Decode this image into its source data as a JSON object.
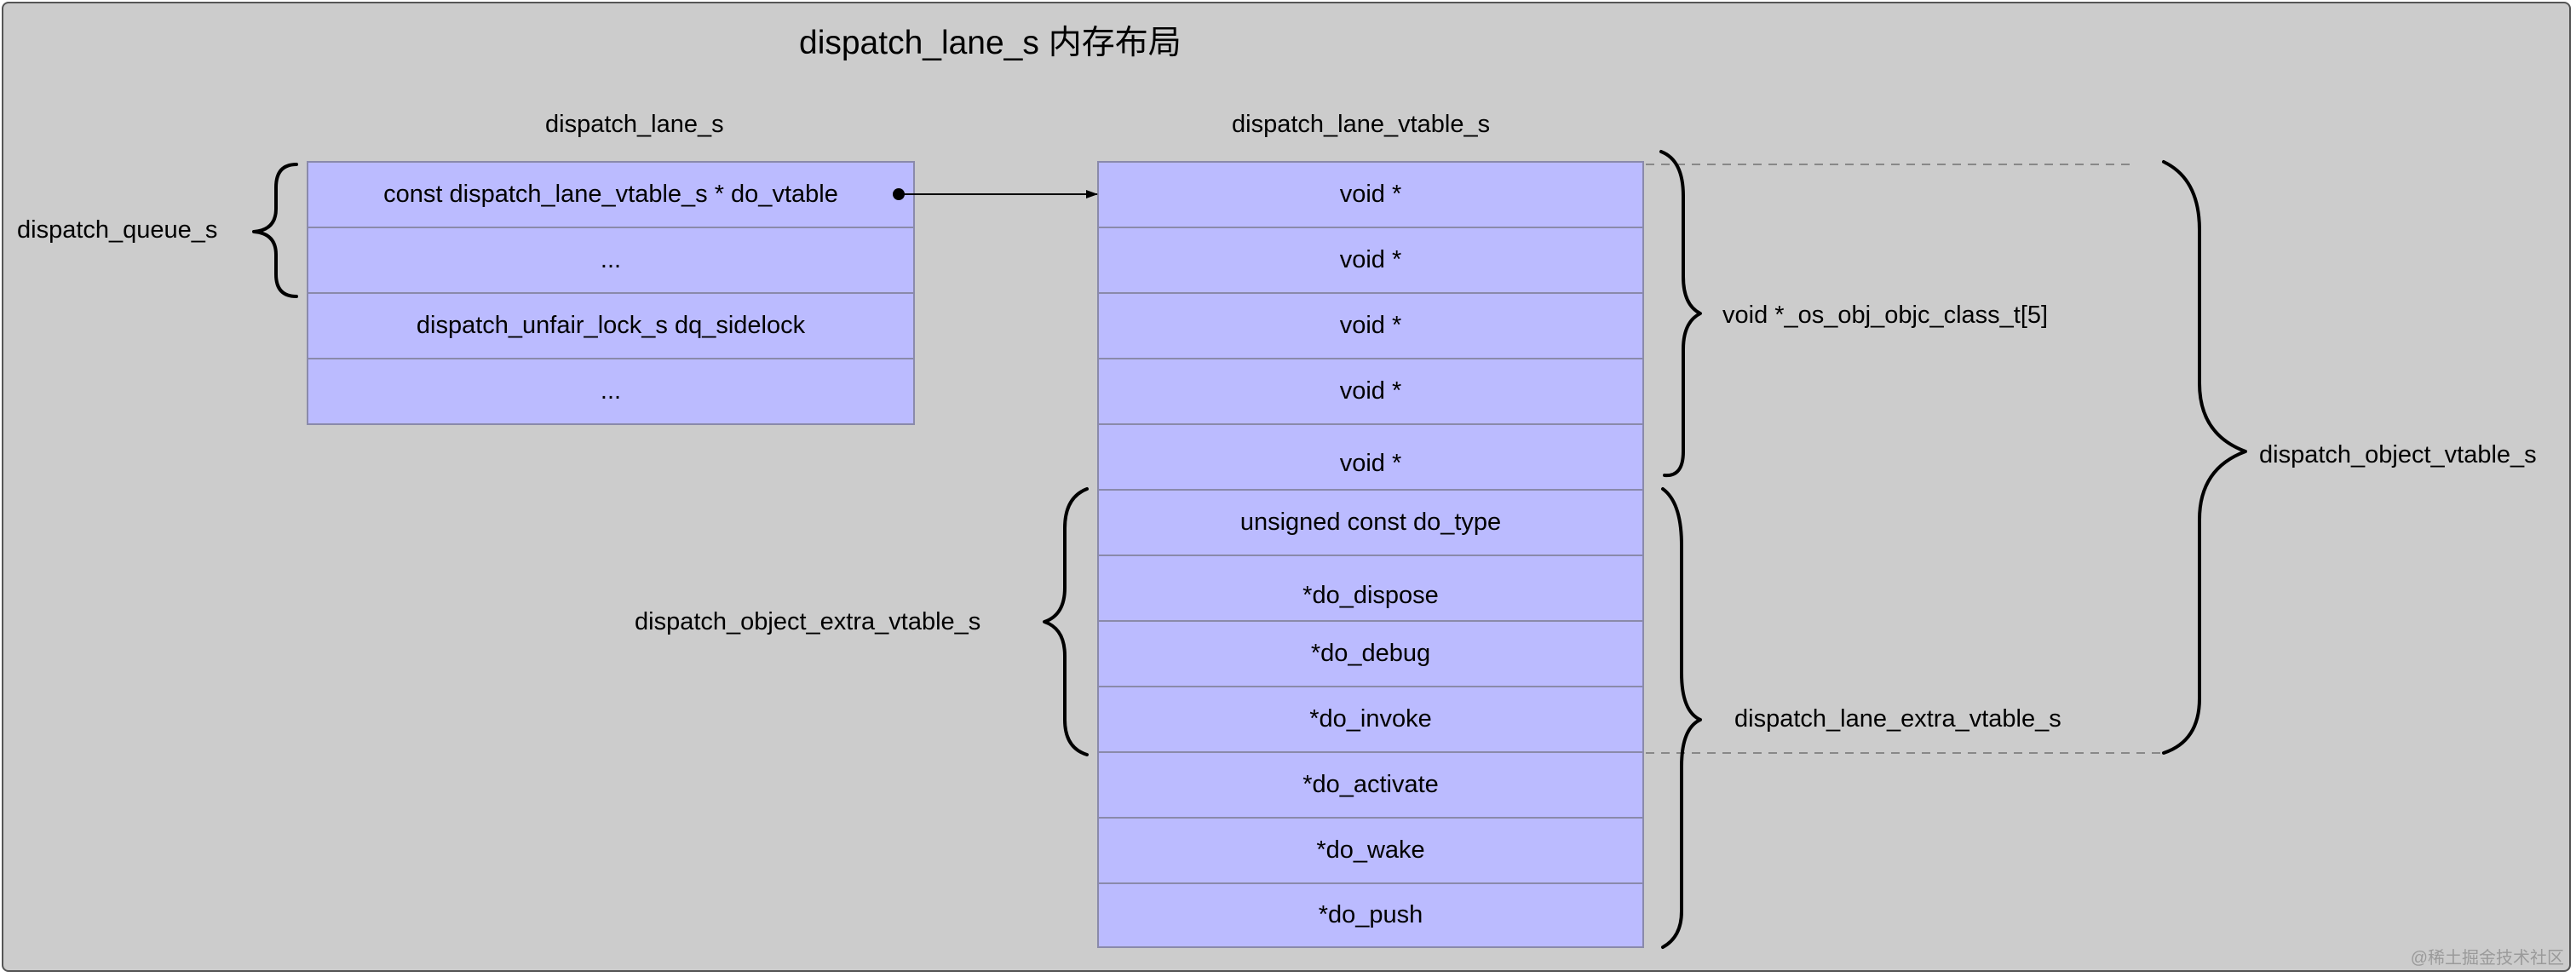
{
  "title": "dispatch_lane_s 内存布局",
  "left_table": {
    "header": "dispatch_lane_s",
    "cells": [
      "const dispatch_lane_vtable_s * do_vtable",
      "...",
      "dispatch_unfair_lock_s dq_sidelock",
      "..."
    ]
  },
  "right_table": {
    "header": "dispatch_lane_vtable_s",
    "cells": [
      "void *",
      "void *",
      "void *",
      "void *",
      "void *",
      "unsigned const do_type",
      "*do_dispose",
      "*do_debug",
      "*do_invoke",
      "*do_activate",
      "*do_wake",
      "*do_push"
    ]
  },
  "brace_labels": {
    "queue": "dispatch_queue_s",
    "os_obj_class": "void *_os_obj_objc_class_t[5]",
    "object_extra": "dispatch_object_extra_vtable_s",
    "lane_extra": "dispatch_lane_extra_vtable_s",
    "object_vtable": "dispatch_object_vtable_s"
  },
  "watermark": "@稀土掘金技术社区",
  "colors": {
    "frame": "#cccccc",
    "cell": "#bbbbff",
    "cell_border": "#8a8aaa",
    "line": "#000000",
    "dashed": "#888888"
  }
}
